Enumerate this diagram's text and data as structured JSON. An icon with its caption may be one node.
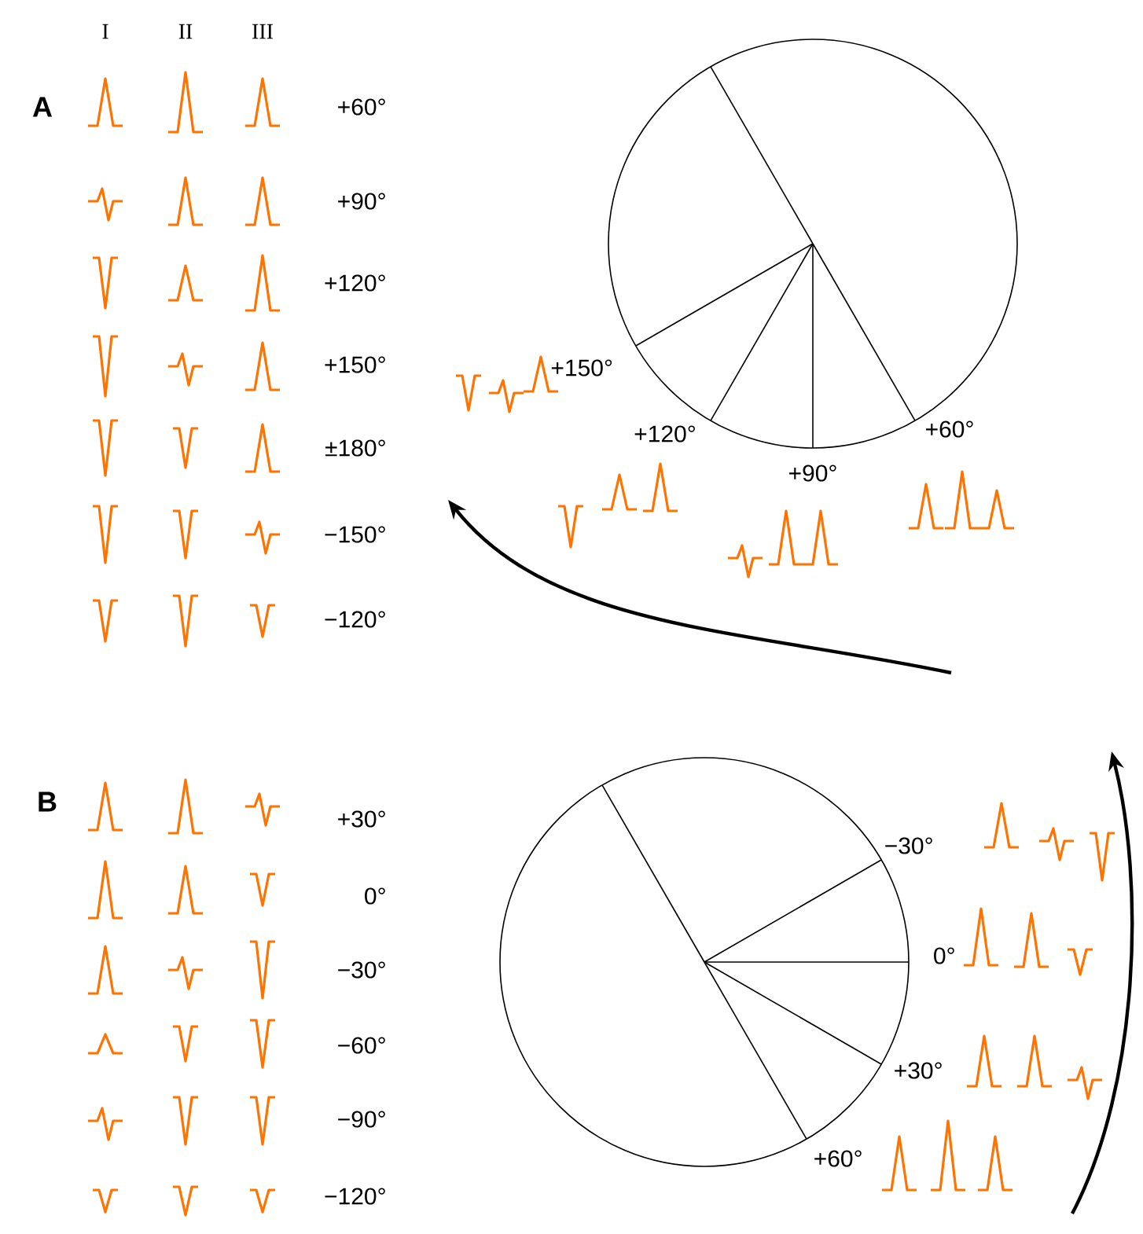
{
  "diagram": {
    "labels": [
      "I",
      "II",
      "III",
      "A",
      "+60°",
      "+90°",
      "+120°",
      "+150°",
      "±180°",
      "−150°",
      "−120°",
      "+150°",
      "+120°",
      "+90°",
      "+60°",
      "B",
      "+30°",
      "0°",
      "−30°",
      "−60°",
      "−90°",
      "−120°",
      "−30°",
      "0°",
      "+30°",
      "+60°"
    ]
  }
}
